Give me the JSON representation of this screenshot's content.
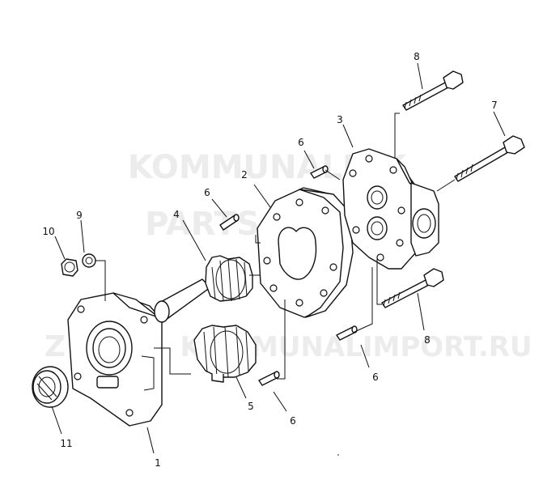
{
  "callouts": {
    "c1": "1",
    "c2": "2",
    "c3": "3",
    "c4": "4",
    "c5": "5",
    "c6a": "6",
    "c6b": "6",
    "c6c": "6",
    "c6d": "6",
    "c7": "7",
    "c8a": "8",
    "c8b": "8",
    "c9": "9",
    "c10": "10",
    "c11": "11"
  },
  "watermark": {
    "line1": "KOMMUNALNIK",
    "line2": "PARTS",
    "line3": "Z",
    "line4": "KOMMUNALIMPORT.RU"
  },
  "colors": {
    "line": "#111111",
    "watermark": "#ececec",
    "background": "#ffffff"
  }
}
